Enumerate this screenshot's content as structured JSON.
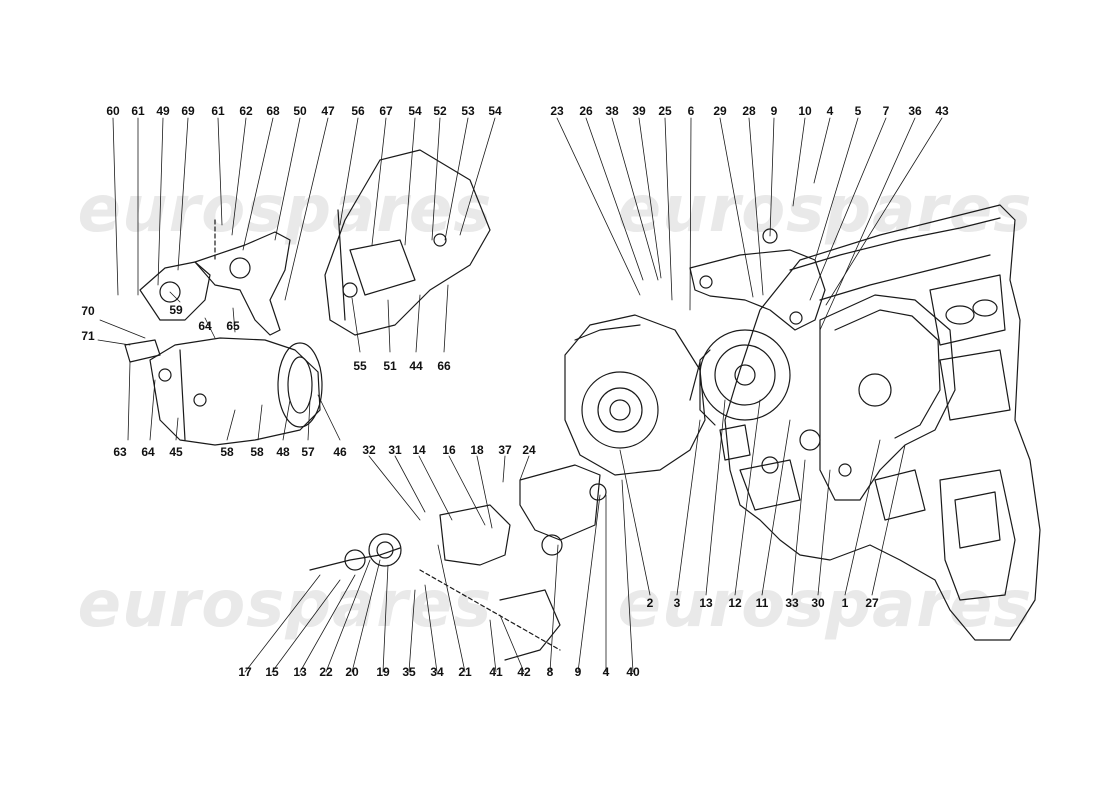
{
  "watermark": {
    "text": "eurospares"
  },
  "callouts": [
    "60",
    "61",
    "49",
    "69",
    "61",
    "62",
    "68",
    "50",
    "47",
    "56",
    "67",
    "54",
    "52",
    "53",
    "54",
    "70",
    "71",
    "59",
    "64",
    "65",
    "63",
    "64",
    "45",
    "58",
    "58",
    "48",
    "57",
    "46",
    "55",
    "51",
    "44",
    "66",
    "23",
    "26",
    "38",
    "39",
    "25",
    "6",
    "29",
    "28",
    "9",
    "10",
    "4",
    "5",
    "7",
    "36",
    "43",
    "2",
    "3",
    "13",
    "12",
    "11",
    "33",
    "30",
    "1",
    "27",
    "32",
    "31",
    "14",
    "16",
    "18",
    "37",
    "24",
    "17",
    "15",
    "13",
    "22",
    "20",
    "19",
    "35",
    "34",
    "21",
    "41",
    "42",
    "8",
    "9",
    "4",
    "40"
  ]
}
